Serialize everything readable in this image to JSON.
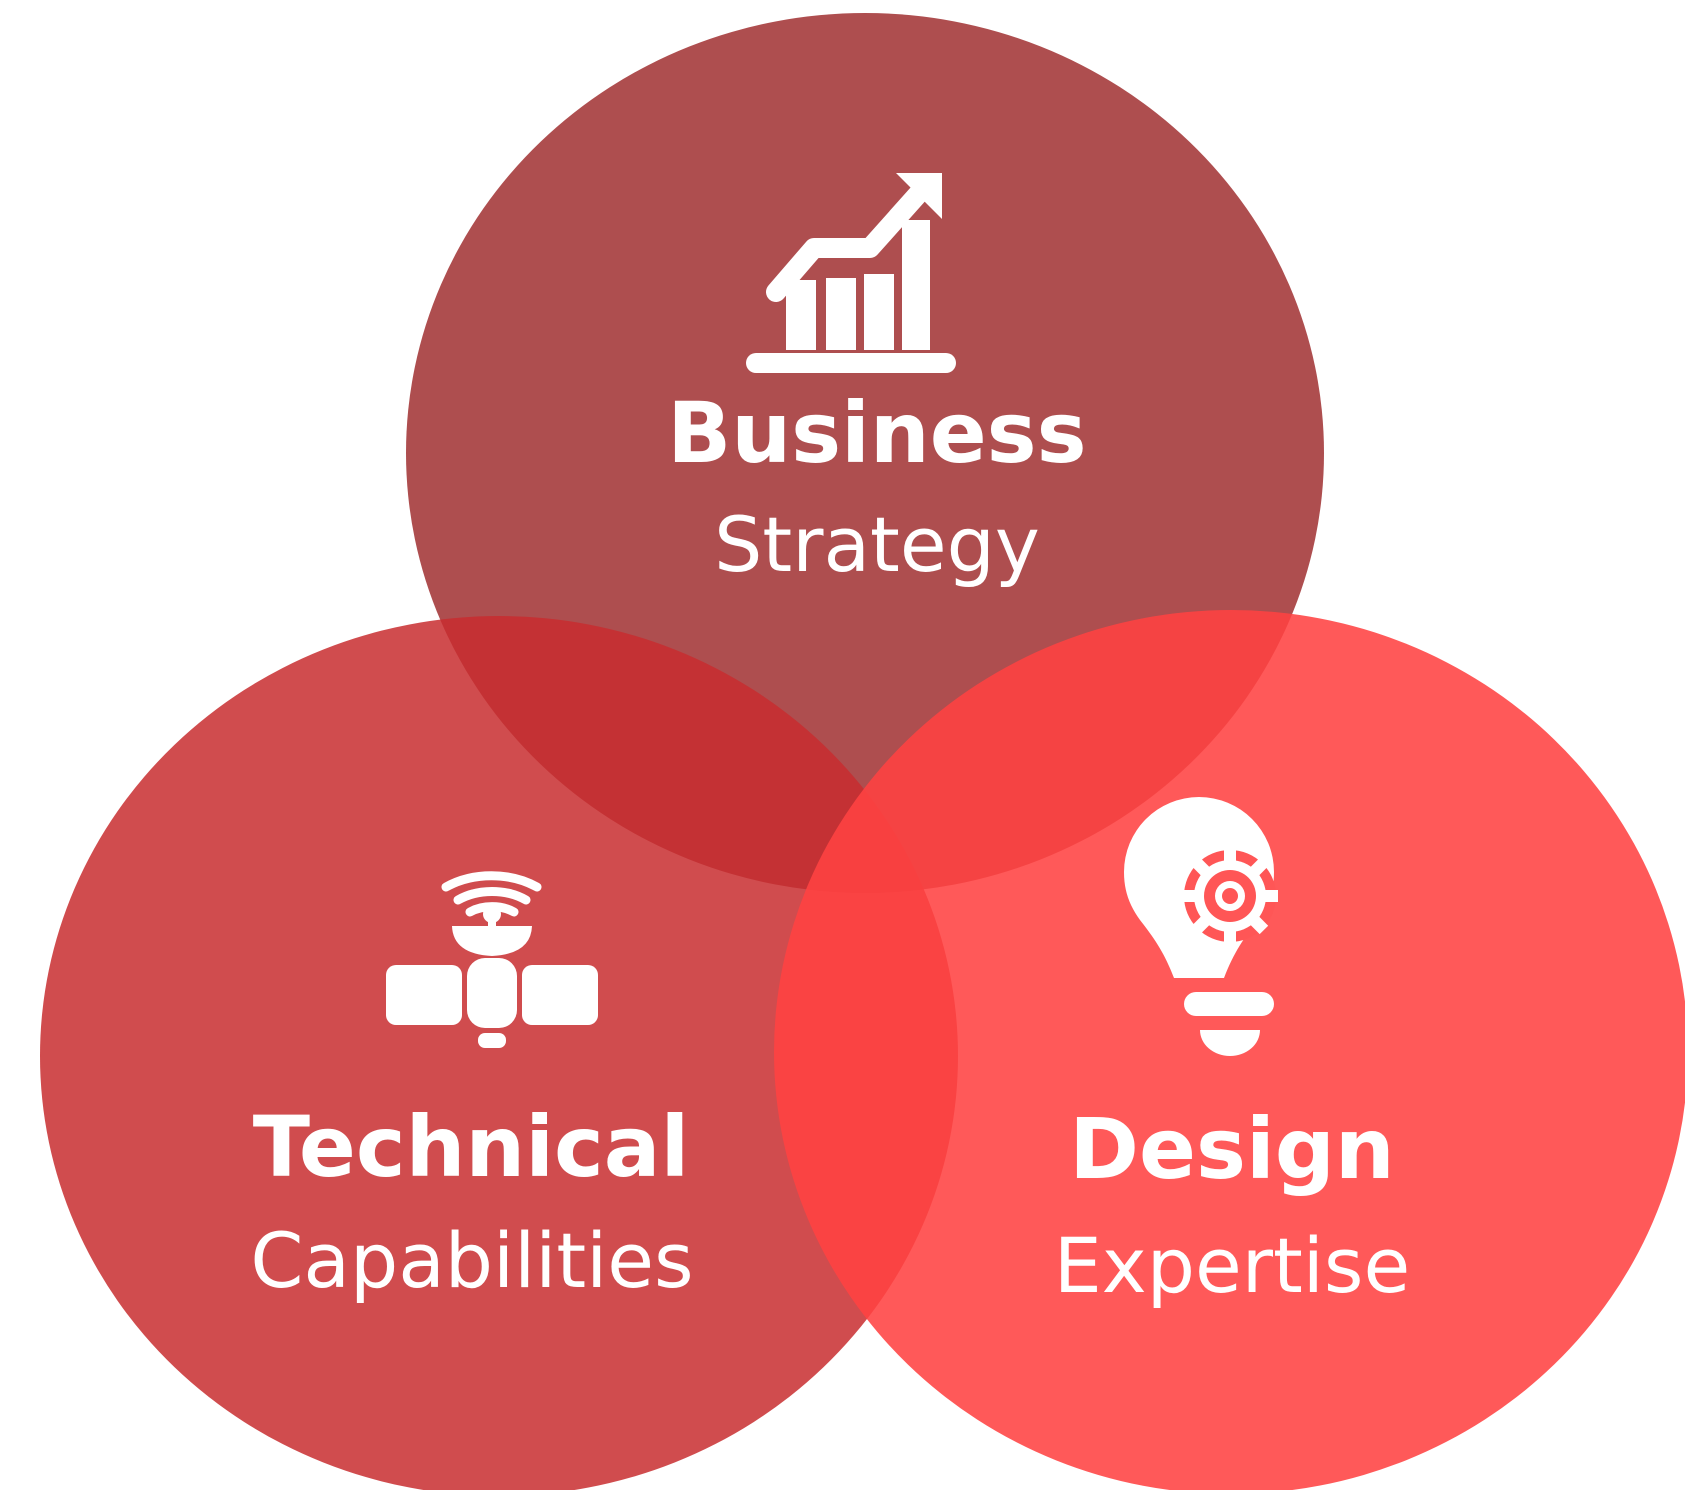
{
  "circles": [
    {
      "id": "business",
      "title": "Business",
      "subtitle": "Strategy",
      "icon": "growth-chart-icon",
      "color": "#9E2A2B"
    },
    {
      "id": "technical",
      "title": "Technical",
      "subtitle": "Capabilities",
      "icon": "satellite-icon",
      "color": "#C82D2F"
    },
    {
      "id": "design",
      "title": "Design",
      "subtitle": "Expertise",
      "icon": "lightbulb-gear-icon",
      "color": "#FF4242"
    }
  ],
  "overlap_colors": {
    "business_technical": "#B71916",
    "business_design": "#E01F1F",
    "technical_design": "#EF1E1E",
    "center": "#E81414"
  }
}
